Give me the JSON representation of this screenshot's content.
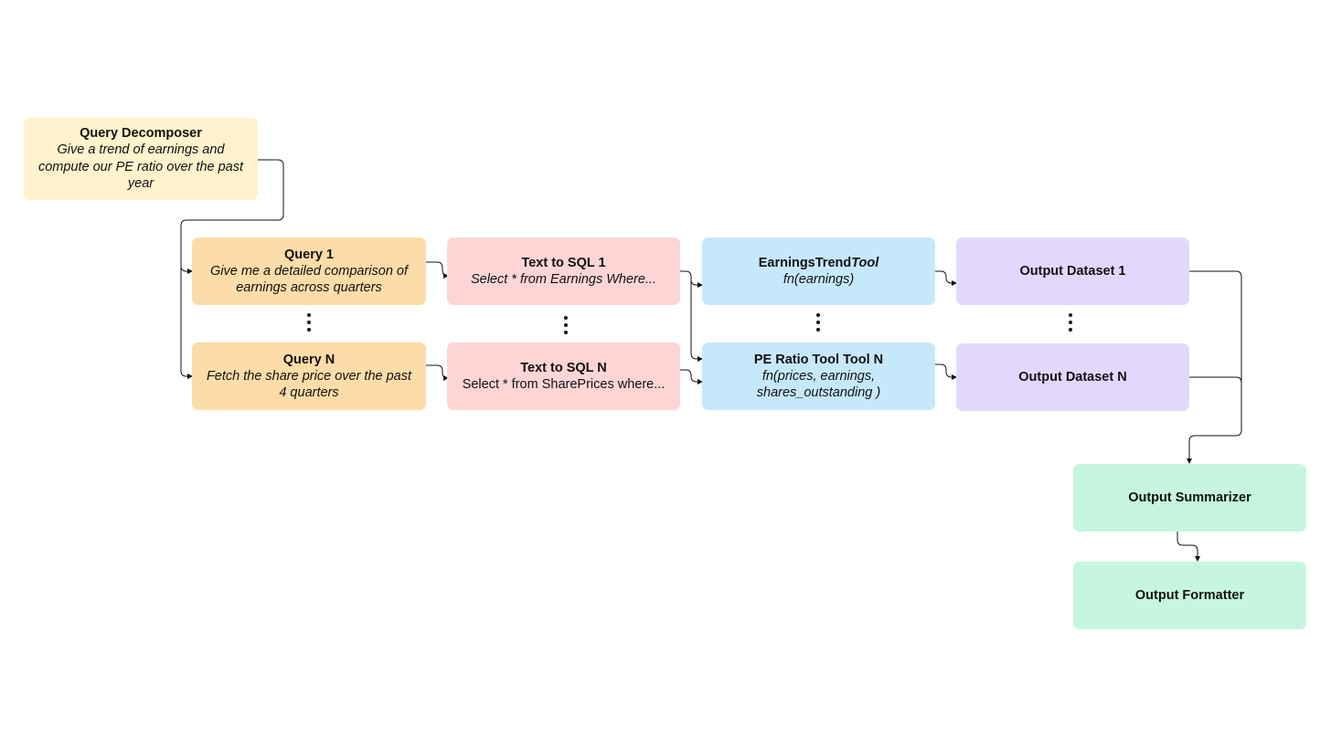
{
  "decomposer": {
    "title": "Query Decomposer",
    "text": "Give a trend of earnings and compute our PE ratio over the past year"
  },
  "queries": [
    {
      "title": "Query 1",
      "text": "Give me a detailed comparison of earnings across quarters"
    },
    {
      "title": "Query N",
      "text": "Fetch the share price over the past 4 quarters"
    }
  ],
  "sql": [
    {
      "title": "Text to SQL 1",
      "text": "Select * from Earnings Where..."
    },
    {
      "title": "Text to SQL N",
      "text": "Select * from SharePrices where..."
    }
  ],
  "tools": [
    {
      "title_main": "EarningsTrend",
      "title_italic": "Tool",
      "text": "fn(earnings)"
    },
    {
      "title": "PE Ratio Tool Tool N",
      "text": "fn(prices, earnings, shares_outstanding )"
    }
  ],
  "datasets": [
    {
      "title": "Output Dataset 1"
    },
    {
      "title": "Output Dataset N"
    }
  ],
  "summarizer": {
    "title": "Output Summarizer"
  },
  "formatter": {
    "title": "Output Formatter"
  },
  "colors": {
    "decomposer": "#fff2cc",
    "query": "#fcdca8",
    "sql": "#fdd5d5",
    "tool": "#c6e8fb",
    "dataset": "#e2d8fd",
    "output": "#c6f6df",
    "wire": "#111111"
  }
}
